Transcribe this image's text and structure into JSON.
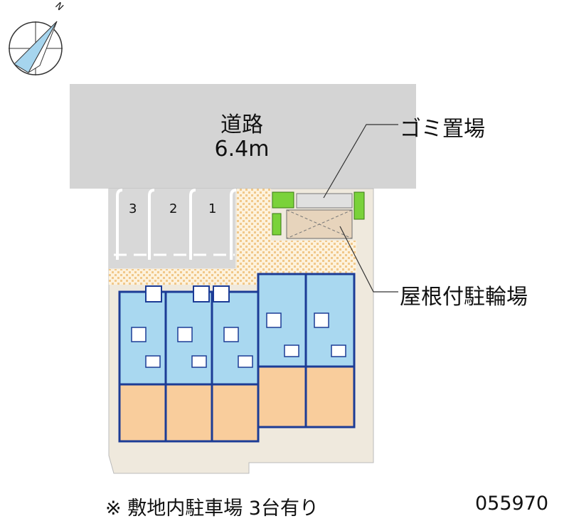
{
  "compass": {
    "north_mark": "N",
    "icon": "compass-icon"
  },
  "road": {
    "name": "道路",
    "width": "6.4m"
  },
  "callouts": {
    "garbage": "ゴミ置場",
    "bicycle": "屋根付駐輪場"
  },
  "parking_spaces": [
    "3",
    "2",
    "1"
  ],
  "footer": {
    "note": "※ 敷地内駐車場 3台有り",
    "code": "055970"
  },
  "colors": {
    "road": "#d4d4d4",
    "room": "#a9d8f0",
    "floor": "#f9cd9c",
    "outline": "#1c3c96",
    "green": "#7ad23a",
    "tile": "#f1c88a",
    "site": "#efe9dd"
  }
}
